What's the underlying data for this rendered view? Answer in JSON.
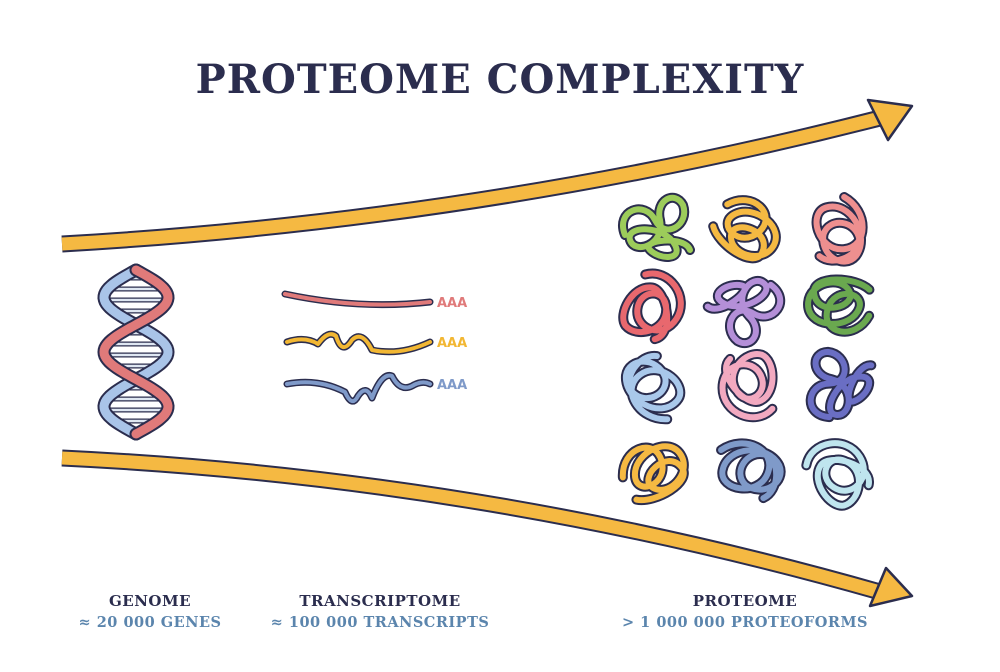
{
  "title": "PROTEOME COMPLEXITY",
  "transcripts": [
    {
      "poly_a": "AAA",
      "color": "#e07a7a"
    },
    {
      "poly_a": "AAA",
      "color": "#f2b733"
    },
    {
      "poly_a": "AAA",
      "color": "#7f9ac9"
    }
  ],
  "captions": {
    "genome": {
      "heading": "GENOME",
      "count": "≈ 20 000 GENES"
    },
    "transcriptome": {
      "heading": "TRANSCRIPTOME",
      "count": "≈ 100 000 TRANSCRIPTS"
    },
    "proteome": {
      "heading": "PROTEOME",
      "count": "> 1 000 000 PROTEOFORMS"
    }
  },
  "colors": {
    "arrow": "#f5b942",
    "outline": "#2b2d4e",
    "title": "#2b2d4e",
    "caption_accent": "#5b85ad",
    "dna_strand_a": "#e07a7a",
    "dna_strand_b": "#a9c4e8"
  },
  "proteins": [
    "#9ccc5a",
    "#f5b942",
    "#ee8f8f",
    "#e8686e",
    "#b48fd8",
    "#6aa84f",
    "#a9c8ea",
    "#f2a9c0",
    "#6a6ec4",
    "#f5b942",
    "#7f9ac9",
    "#bfe5ee"
  ]
}
